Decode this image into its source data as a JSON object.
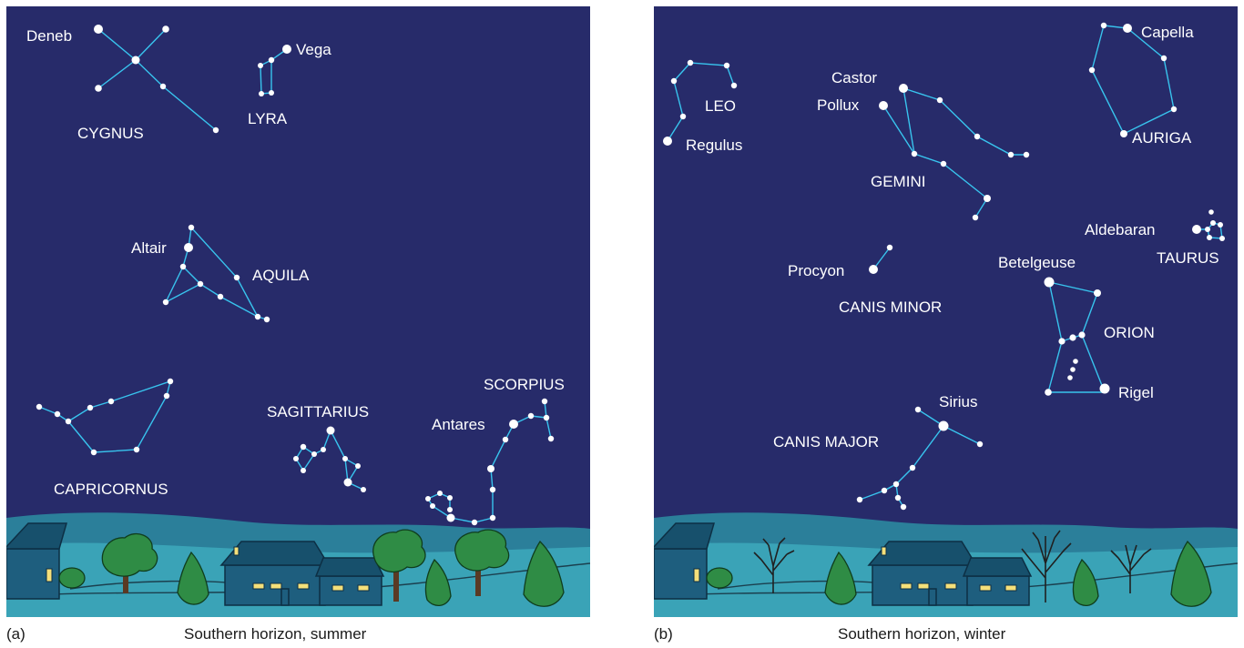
{
  "panel_a": {
    "constellations": [
      "CYGNUS",
      "LYRA",
      "AQUILA",
      "CAPRICORNUS",
      "SAGITTARIUS",
      "SCORPIUS"
    ],
    "stars": [
      "Deneb",
      "Vega",
      "Altair",
      "Antares"
    ],
    "tag": "(a)",
    "caption": "Southern horizon, summer"
  },
  "panel_b": {
    "constellations": [
      "LEO",
      "GEMINI",
      "AURIGA",
      "TAURUS",
      "CANIS MINOR",
      "ORION",
      "CANIS MAJOR"
    ],
    "stars": [
      "Regulus",
      "Castor",
      "Pollux",
      "Capella",
      "Aldebaran",
      "Procyon",
      "Betelgeuse",
      "Rigel",
      "Sirius"
    ],
    "tag": "(b)",
    "caption": "Southern horizon, winter"
  },
  "colors": {
    "sky": "#272b6a",
    "lines": "#38c4ee",
    "ground": "#3aa3b7"
  }
}
